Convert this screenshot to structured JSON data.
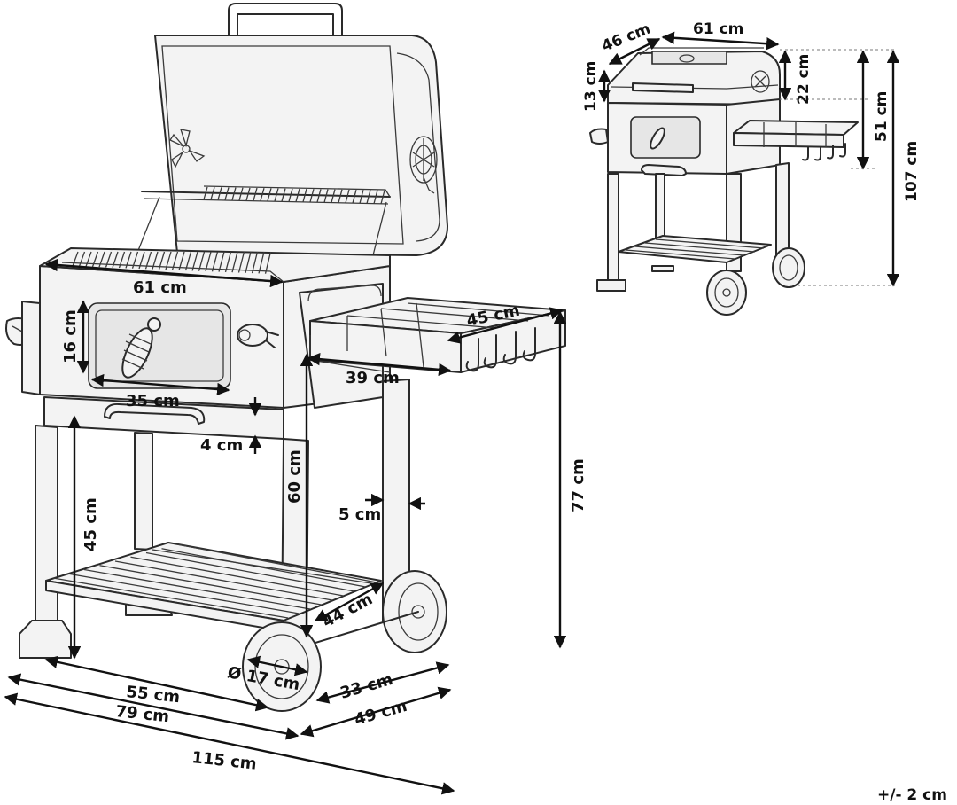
{
  "main_view": {
    "lid_width": "61 cm",
    "window_height": "16 cm",
    "window_width": "35 cm",
    "tray_gap": "4 cm",
    "shelf_width": "45 cm",
    "shelf_depth": "39 cm",
    "front_height": "60 cm",
    "leg_width": "5 cm",
    "shelf_top_height": "77 cm",
    "lower_shelf_height": "45 cm",
    "lower_shelf_depth": "44 cm",
    "wheel_diameter": "Ø 17 cm",
    "base_width": "55 cm",
    "base_depth": "33 cm",
    "body_width": "79 cm",
    "body_depth": "49 cm",
    "total_width": "115 cm"
  },
  "inset_view": {
    "depth": "46 cm",
    "width": "61 cm",
    "lid_front_height": "13 cm",
    "lid_height": "22 cm",
    "upper_height": "51 cm",
    "total_height": "107 cm"
  },
  "tolerance": "+/- 2 cm",
  "colors": {
    "line": "#2a2a2a",
    "fill": "#f3f3f3",
    "background": "#ffffff"
  }
}
